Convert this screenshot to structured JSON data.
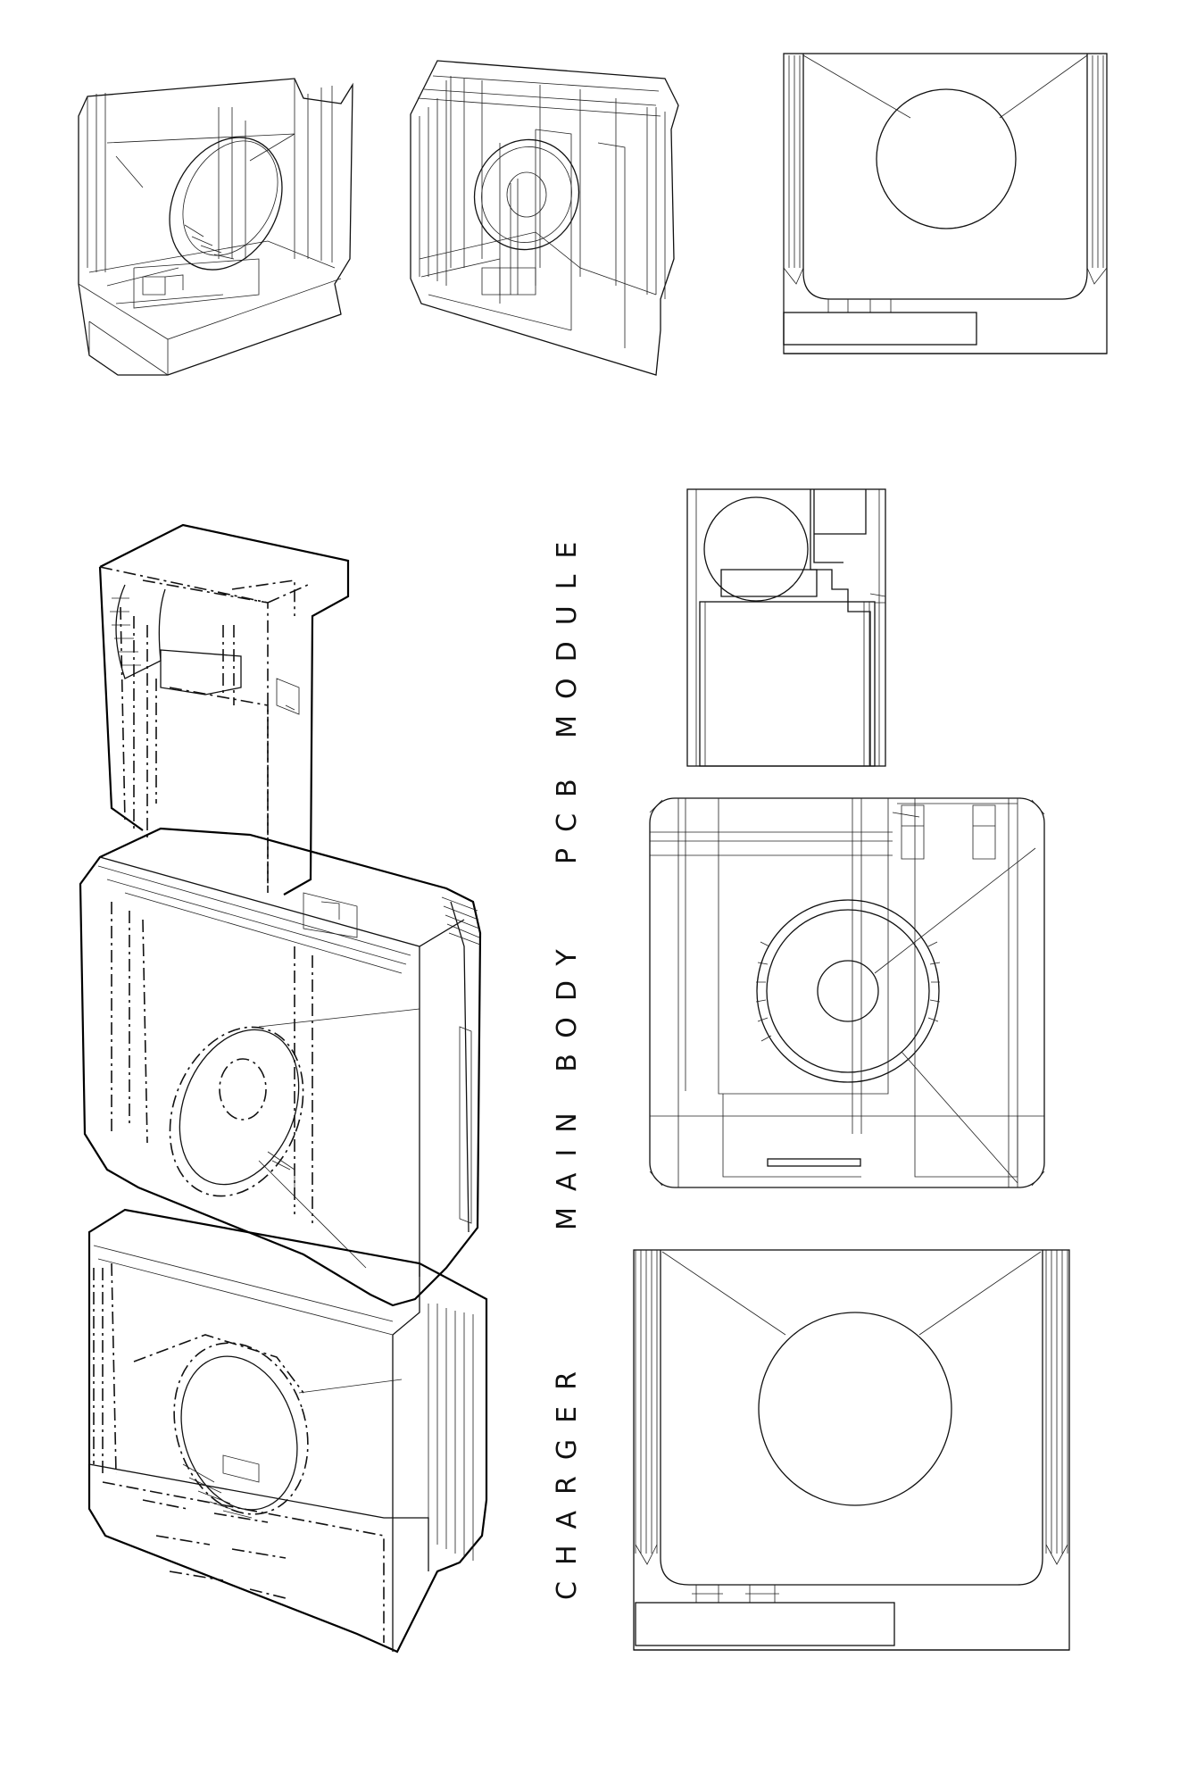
{
  "labels": {
    "pcb_module": "PCB MODULE",
    "main_body": "MAIN BODY",
    "charger": "CHARGER"
  },
  "colors": {
    "background": "#ffffff",
    "line": "#111111"
  }
}
